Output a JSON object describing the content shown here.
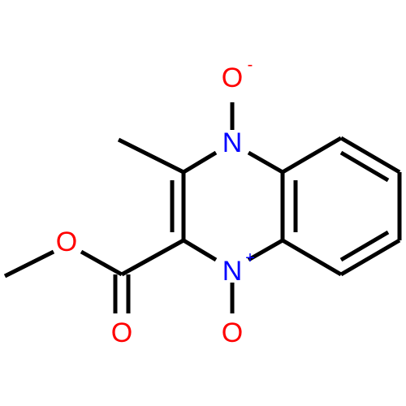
{
  "colors": {
    "bond": "#000000",
    "oxygen": "#ff0000",
    "nitrogen": "#0000ff",
    "background": "#ffffff"
  },
  "atoms": {
    "o_top": {
      "symbol": "O",
      "charge": "-"
    },
    "n_top": {
      "symbol": "N",
      "charge": ""
    },
    "n_bottom": {
      "symbol": "N",
      "charge": "+"
    },
    "o_bottom": {
      "symbol": "O",
      "charge": ""
    },
    "o_ester": {
      "symbol": "O",
      "charge": ""
    },
    "o_carbonyl": {
      "symbol": "O",
      "charge": ""
    }
  }
}
